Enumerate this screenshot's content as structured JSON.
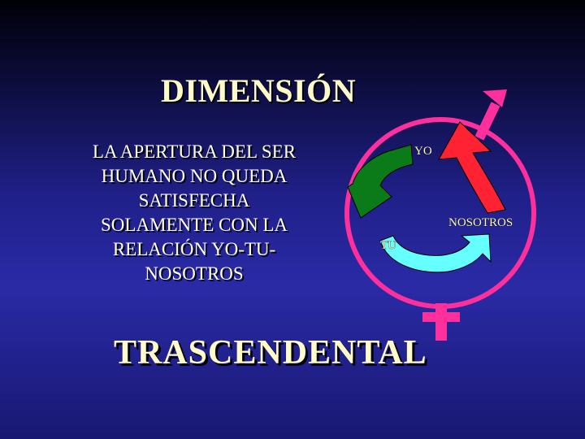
{
  "slide": {
    "title": "DIMENSIÓN",
    "body_lines": [
      "LA APERTURA DEL SER",
      "HUMANO NO QUEDA",
      "SATISFECHA",
      "SOLAMENTE CON LA",
      "RELACIÓN YO-TU-",
      "NOSOTROS"
    ],
    "bottom_word": "TRASCENDENTAL"
  },
  "diagram": {
    "labels": {
      "yo": "YO",
      "tu": "TU",
      "nosotros": "NOSOTROS"
    },
    "colors": {
      "circle": "#ff2f9c",
      "yo_arrow": "#ff2233",
      "tu_arrow": "#0b7a18",
      "nosotros_arrow": "#66ffff"
    }
  }
}
